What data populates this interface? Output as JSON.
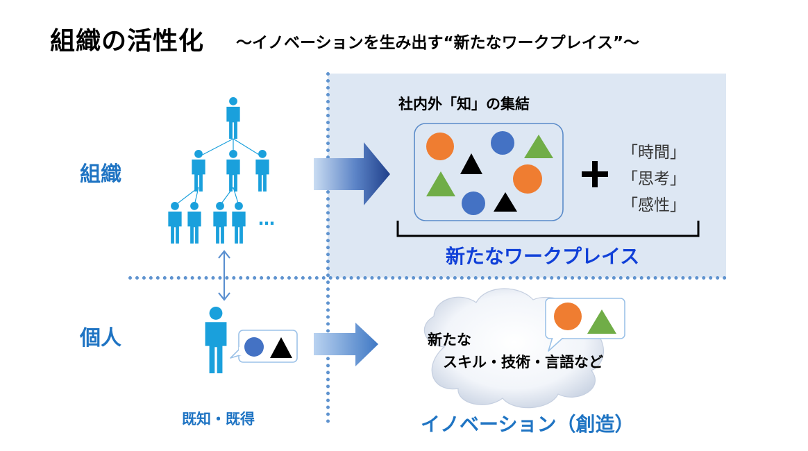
{
  "header": {
    "title": "組織の活性化",
    "subtitle": "～イノベーションを生み出す“新たなワークプレイス”～"
  },
  "left_labels": {
    "organization": "組織",
    "individual": "個人",
    "existing_knowledge": "既知・既得",
    "ellipsis": "…"
  },
  "workplace": {
    "gather_label": "社内外「知」の集結",
    "factors": [
      "「時間」",
      "「思考」",
      "「感性」"
    ],
    "caption": "新たなワークプレイス"
  },
  "innovation": {
    "cloud_line1": "新たな",
    "cloud_line2": "スキル・技術・言語など",
    "caption": "イノベーション（創造）"
  },
  "colors": {
    "person": "#1aa0dc",
    "orange_circle": "#ef7d31",
    "blue_circle": "#4472c4",
    "green_triangle": "#70ad47",
    "black_triangle": "#000000",
    "accent_blue": "#1f74c3",
    "workplace_caption": "#1040d8",
    "panel_bg": "#dde7f3"
  }
}
